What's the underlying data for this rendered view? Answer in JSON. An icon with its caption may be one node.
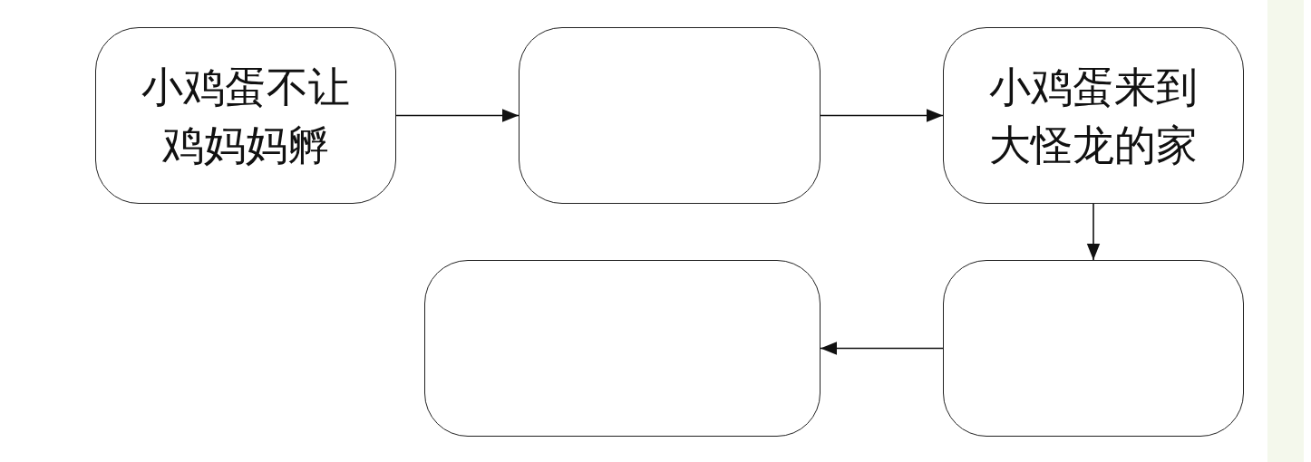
{
  "diagram": {
    "nodes": [
      {
        "text": [
          "小鸡蛋不让鸡妈妈孵"
        ]
      },
      {
        "text": [],
        "shape": "box"
      },
      {
        "text": [
          "小鸡蛋来到大怪龙的家"
        ]
      },
      {
        "text": [],
        "shape": "box"
      },
      {
        "text": [],
        "shape": "box"
      },
      {
        "text": [],
        "shape": "bar"
      }
    ],
    "edges": [
      {
        "from": 0,
        "to": 1,
        "arrow": "to"
      },
      {
        "from": 1,
        "to": 2,
        "arrow": "to"
      },
      {
        "from": 2,
        "to": 4,
        "arrow": "to"
      },
      {
        "from": 4,
        "to": 3,
        "arrow": "to"
      }
    ]
  }
}
